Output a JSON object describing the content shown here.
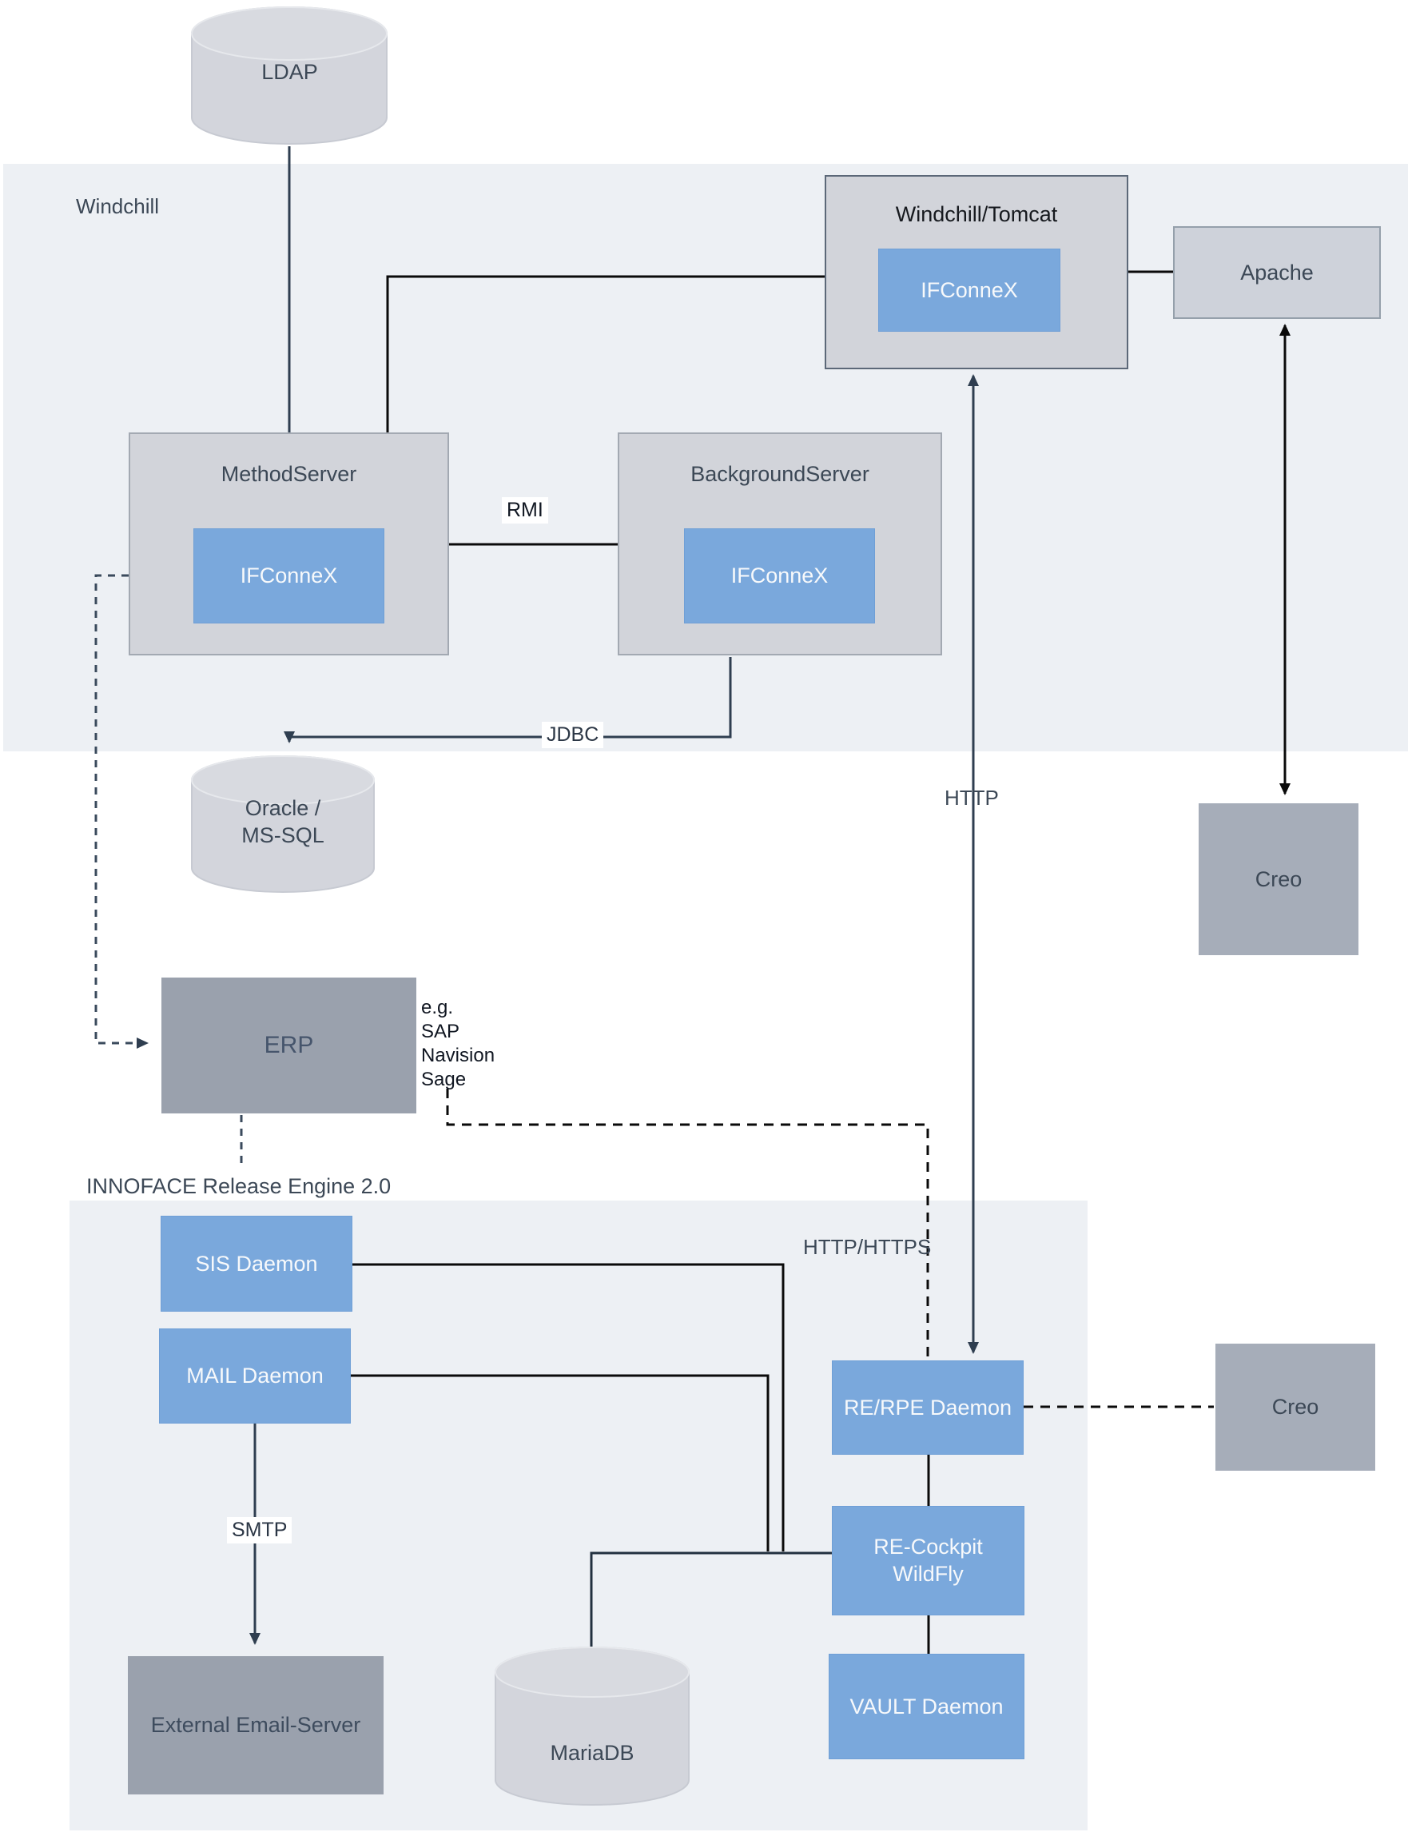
{
  "diagram": {
    "groups": {
      "windchill": "Windchill",
      "innoface": "INNOFACE Release Engine 2.0"
    },
    "nodes": {
      "ldap": "LDAP",
      "windchill_tomcat": "Windchill/Tomcat",
      "ifconnex_tomcat": "IFConneX",
      "apache": "Apache",
      "methodserver": "MethodServer",
      "ifconnex_methodserver": "IFConneX",
      "backgroundserver": "BackgroundServer",
      "ifconnex_backgroundserver": "IFConneX",
      "oracle_line1": "Oracle /",
      "oracle_line2": "MS-SQL",
      "creo_top": "Creo",
      "erp": "ERP",
      "sis_daemon": "SIS Daemon",
      "mail_daemon": "MAIL Daemon",
      "rerpe_daemon": "RE/RPE Daemon",
      "recockpit_line1": "RE-Cockpit",
      "recockpit_line2": "WildFly",
      "vault_daemon": "VAULT Daemon",
      "mariadb": "MariaDB",
      "email_server": "External Email-Server",
      "creo_right": "Creo"
    },
    "erp_note": [
      "e.g.",
      "SAP",
      "Navision",
      "Sage"
    ],
    "edge_labels": {
      "rmi": "RMI",
      "jdbc": "JDBC",
      "http": "HTTP",
      "http_https": "HTTP/HTTPS",
      "smtp": "SMTP"
    },
    "colors": {
      "band": "#edf0f4",
      "box_light_gray": "#d2d4da",
      "box_blue": "#7aa8dc",
      "box_dark_gray": "#9aa1ad",
      "box_mid_gray": "#a6adb9",
      "cylinder": "#d3d5dc",
      "line_slate": "#2f3e50",
      "line_black": "#0a0a0a"
    }
  }
}
